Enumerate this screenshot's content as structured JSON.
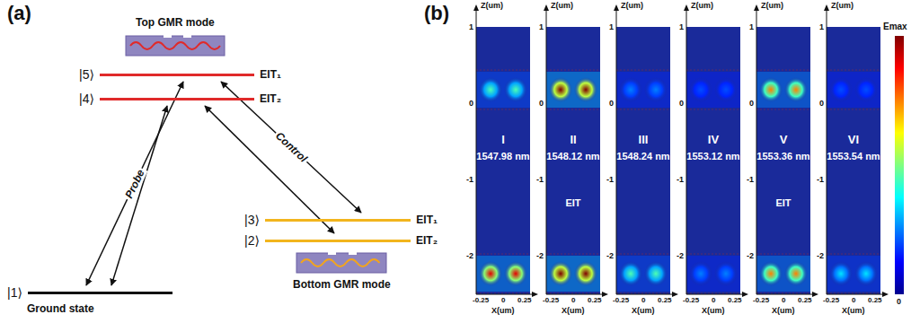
{
  "diagram": {
    "nodes": [
      {
        "text": [
          "|5⟩",
          "EIT₁"
        ]
      },
      {
        "text": [
          "|4⟩",
          "EIT₂"
        ]
      },
      {
        "text": [
          "|3⟩",
          "EIT₁"
        ]
      },
      {
        "text": [
          "|2⟩",
          "EIT₂"
        ]
      },
      {
        "text": [
          "|1⟩",
          "Ground state"
        ]
      },
      {
        "text": [
          "I",
          "1547.98 nm"
        ]
      },
      {
        "text": [
          "II",
          "1548.12 nm",
          "EIT"
        ]
      },
      {
        "text": [
          "III",
          "1548.24 nm"
        ]
      },
      {
        "text": [
          "IV",
          "1553.12 nm"
        ]
      },
      {
        "text": [
          "V",
          "1553.36 nm",
          "EIT"
        ]
      },
      {
        "text": [
          "VI",
          "1553.54 nm"
        ]
      }
    ],
    "edges": [
      {
        "from": 4,
        "to": 0,
        "arrow": "both",
        "label": "Probe"
      },
      {
        "from": 4,
        "to": 1,
        "arrow": "both"
      },
      {
        "from": 2,
        "to": 0,
        "arrow": "both",
        "label": "Control"
      },
      {
        "from": 3,
        "to": 1,
        "arrow": "both"
      }
    ],
    "labels": [
      "(a)",
      "Top GMR mode",
      "Bottom GMR mode",
      "(b)",
      "Z(um)",
      "1",
      "0",
      "-1",
      "-2",
      "-0.25",
      "0",
      "0.25",
      "X(um)",
      "Z(um)",
      "1",
      "0",
      "-1",
      "-2",
      "-0.25",
      "0",
      "0.25",
      "X(um)",
      "Z(um)",
      "1",
      "0",
      "-1",
      "-2",
      "-0.25",
      "0",
      "0.25",
      "X(um)",
      "Z(um)",
      "1",
      "0",
      "-1",
      "-2",
      "-0.25",
      "0",
      "0.25",
      "X(um)",
      "Z(um)",
      "1",
      "0",
      "-1",
      "-2",
      "-0.25",
      "0",
      "0.25",
      "X(um)",
      "Z(um)",
      "1",
      "0",
      "-1",
      "-2",
      "-0.25",
      "0",
      "0.25",
      "X(um)",
      "Emax",
      "0"
    ]
  }
}
